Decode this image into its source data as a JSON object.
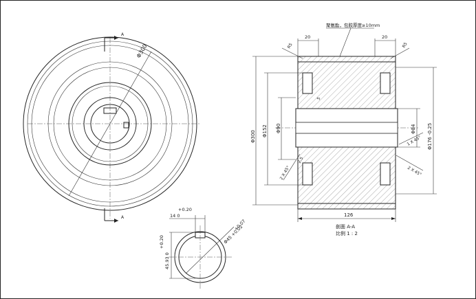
{
  "drawing": {
    "front_view": {
      "section_marker_label": "A",
      "outer_diameter_label": "Φ300"
    },
    "section_view": {
      "note_top": "聚氨酯，包胶厚度≥10mm",
      "left_dim": "20",
      "right_dim": "20",
      "chamfer_top_left": "R5",
      "chamfer_top_right": "R5",
      "chamfer_inner": "5",
      "dia_outer": "Φ300",
      "dia_hub": "Φ152",
      "dia_bore": "Φ90",
      "dia_84": "Φ84",
      "dia_right": "Φ176 -0.25",
      "chamfer_1x45": "1 X 45°",
      "chamfer_2x45_left": "2 X 45°",
      "chamfer_2x45_right": "2 X 45°",
      "chamfer_small": "2.5",
      "bottom_dim": "126",
      "title_line1": "剖面 A-A",
      "title_line2": "比例 1 : 2"
    },
    "hub_detail": {
      "top_tol": "+0.20",
      "top_dim": "14  0",
      "left_tol": "+0.20",
      "left_dim": "45.93  0",
      "dia_tol_up": "+0.07",
      "dia_label": "Φ45 +0.02"
    }
  }
}
